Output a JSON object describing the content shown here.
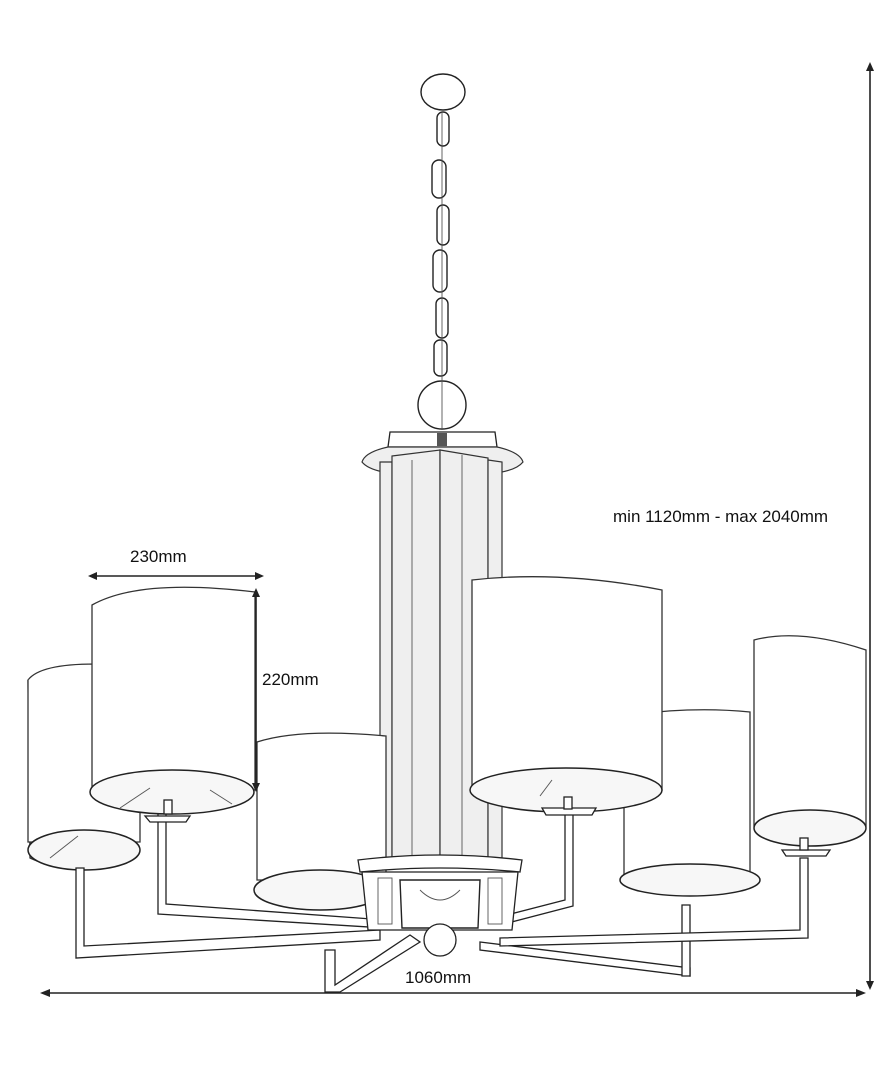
{
  "figure": {
    "subject": "six-arm chandelier with cylindrical drum shades, line drawing",
    "colors": {
      "line": "#222222",
      "background": "#ffffff",
      "shade_fill": "#ffffff",
      "column_fill": "#efefef"
    }
  },
  "dimensions": {
    "overall_height": "min 1120mm - max 2040mm",
    "overall_width": "1060mm",
    "shade_width": "230mm",
    "shade_height": "220mm"
  },
  "components": {
    "chain": "chain-suspension",
    "canopy": "top-ring-cap",
    "column": "central-column",
    "hub": "lower-hub",
    "shades_count": "6",
    "arms_count": "6"
  }
}
